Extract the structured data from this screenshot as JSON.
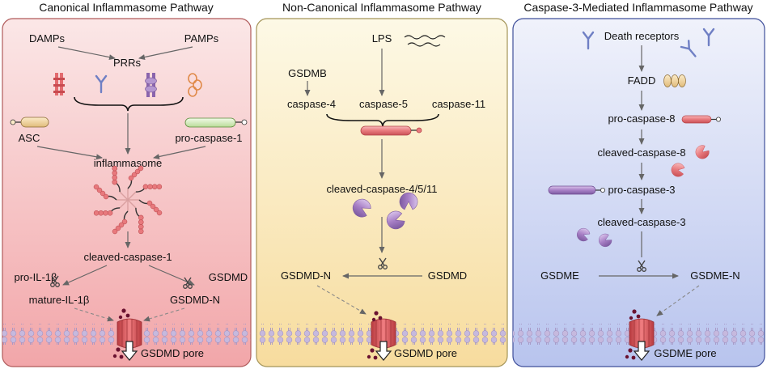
{
  "colors": {
    "panel1_top": "#fbe7e7",
    "panel1_bottom": "#f2a6a9",
    "panel1_border": "#b05a5a",
    "panel2_top": "#fdf9e6",
    "panel2_bottom": "#f7dc9e",
    "panel2_border": "#a49458",
    "panel3_top": "#f0f2fb",
    "panel3_bottom": "#b8c4ee",
    "panel3_border": "#3f4f9a",
    "arrow": "#666666",
    "caspase": "#e8797d",
    "purple": "#a880c6",
    "membrane": "#c6b9de",
    "pore": "#e25a5e",
    "dots": "#6a1230"
  },
  "canonical": {
    "title": "Canonical Inflammasome Pathway",
    "damps": "DAMPs",
    "pamps": "PAMPs",
    "prrs": "PRRs",
    "asc": "ASC",
    "pro_caspase_1": "pro-caspase-1",
    "inflammasome": "inflammasome",
    "cleaved_caspase_1": "cleaved-caspase-1",
    "pro_il_1b": "pro-IL-1β",
    "gsdmd": "GSDMD",
    "mature_il_1b": "mature-IL-1β",
    "gsdmd_n": "GSDMD-N",
    "pore_label": "GSDMD pore"
  },
  "noncanonical": {
    "title": "Non-Canonical Inflammasome Pathway",
    "lps": "LPS",
    "gsdmb": "GSDMB",
    "caspase_4": "caspase-4",
    "caspase_5": "caspase-5",
    "caspase_11": "caspase-11",
    "cleaved": "cleaved-caspase-4/5/11",
    "gsdmd_n": "GSDMD-N",
    "gsdmd": "GSDMD",
    "pore_label": "GSDMD pore"
  },
  "caspase3": {
    "title": "Caspase-3-Mediated Inflammasome Pathway",
    "death_receptors": "Death receptors",
    "fadd": "FADD",
    "pro_caspase_8": "pro-caspase-8",
    "cleaved_caspase_8": "cleaved-caspase-8",
    "pro_caspase_3": "pro-caspase-3",
    "cleaved_caspase_3": "cleaved-caspase-3",
    "gsdme": "GSDME",
    "gsdme_n": "GSDME-N",
    "pore_label": "GSDME pore"
  },
  "icons": {
    "receptor": "receptor-icon",
    "scissors": "scissors-icon",
    "pore": "pore-icon",
    "membrane": "membrane-icon"
  }
}
